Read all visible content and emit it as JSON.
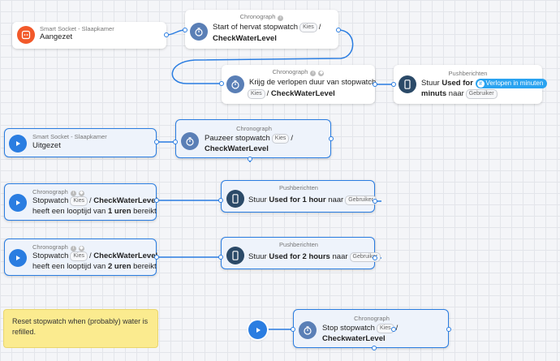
{
  "cards": {
    "aangezet": {
      "head": "Smart Socket - Slaapkamer",
      "text": "Aangezet"
    },
    "start": {
      "head": "Chronograph",
      "line1": "Start of hervat stopwatch",
      "pill": "Kies",
      "line2": "CheckWaterLevel"
    },
    "krijg": {
      "head": "Chronograph",
      "line1": "Krijg de verlopen duur van stopwatch",
      "pill": "Kies",
      "bold": "CheckWaterLevel"
    },
    "push1": {
      "head": "Pushberichten",
      "pre": "Stuur",
      "bold": "Used for",
      "token": "Verlopen in minuten",
      "bold2": "minuts",
      "post": "naar",
      "pill": "Gebruiker"
    },
    "uitgezet": {
      "head": "Smart Socket - Slaapkamer",
      "text": "Uitgezet"
    },
    "pauzeer": {
      "head": "Chronograph",
      "line1": "Pauzeer stopwatch",
      "pill": "Kies",
      "line2": "CheckWaterLevel"
    },
    "sw1": {
      "head": "Chronograph",
      "pre": "Stopwatch",
      "pill": "Kies",
      "bold": "CheckWaterLevel",
      "line2pre": "heeft een looptijd van",
      "num": "1",
      "unit": "uren",
      "line2post": "bereikt"
    },
    "push2": {
      "head": "Pushberichten",
      "pre": "Stuur",
      "bold": "Used for 1 hour",
      "post": "naar",
      "pill": "Gebruiker"
    },
    "sw2": {
      "head": "Chronograph",
      "pre": "Stopwatch",
      "pill": "Kies",
      "bold": "CheckWaterLevel",
      "line2pre": "heeft een looptijd van",
      "num": "2",
      "unit": "uren",
      "line2post": "bereikt"
    },
    "push3": {
      "head": "Pushberichten",
      "pre": "Stuur",
      "bold": "Used for 2 hours",
      "post": "naar",
      "pill": "Gebruiker"
    },
    "stop": {
      "head": "Chronograph",
      "line1": "Stop stopwatch",
      "pill": "Kies",
      "line2": "CheckwaterLevel"
    }
  },
  "note": {
    "text": "Reset stopwatch when (probably) water is refilled."
  },
  "colors": {
    "accent": "#2a7de1",
    "socket": "#f2592a",
    "chrono": "#5a7fb6",
    "push": "#2b4a68",
    "note": "#fbeb8f"
  },
  "icons": [
    "socket-icon",
    "stopwatch-icon",
    "phone-icon",
    "play-icon",
    "info-icon",
    "tag-icon"
  ]
}
